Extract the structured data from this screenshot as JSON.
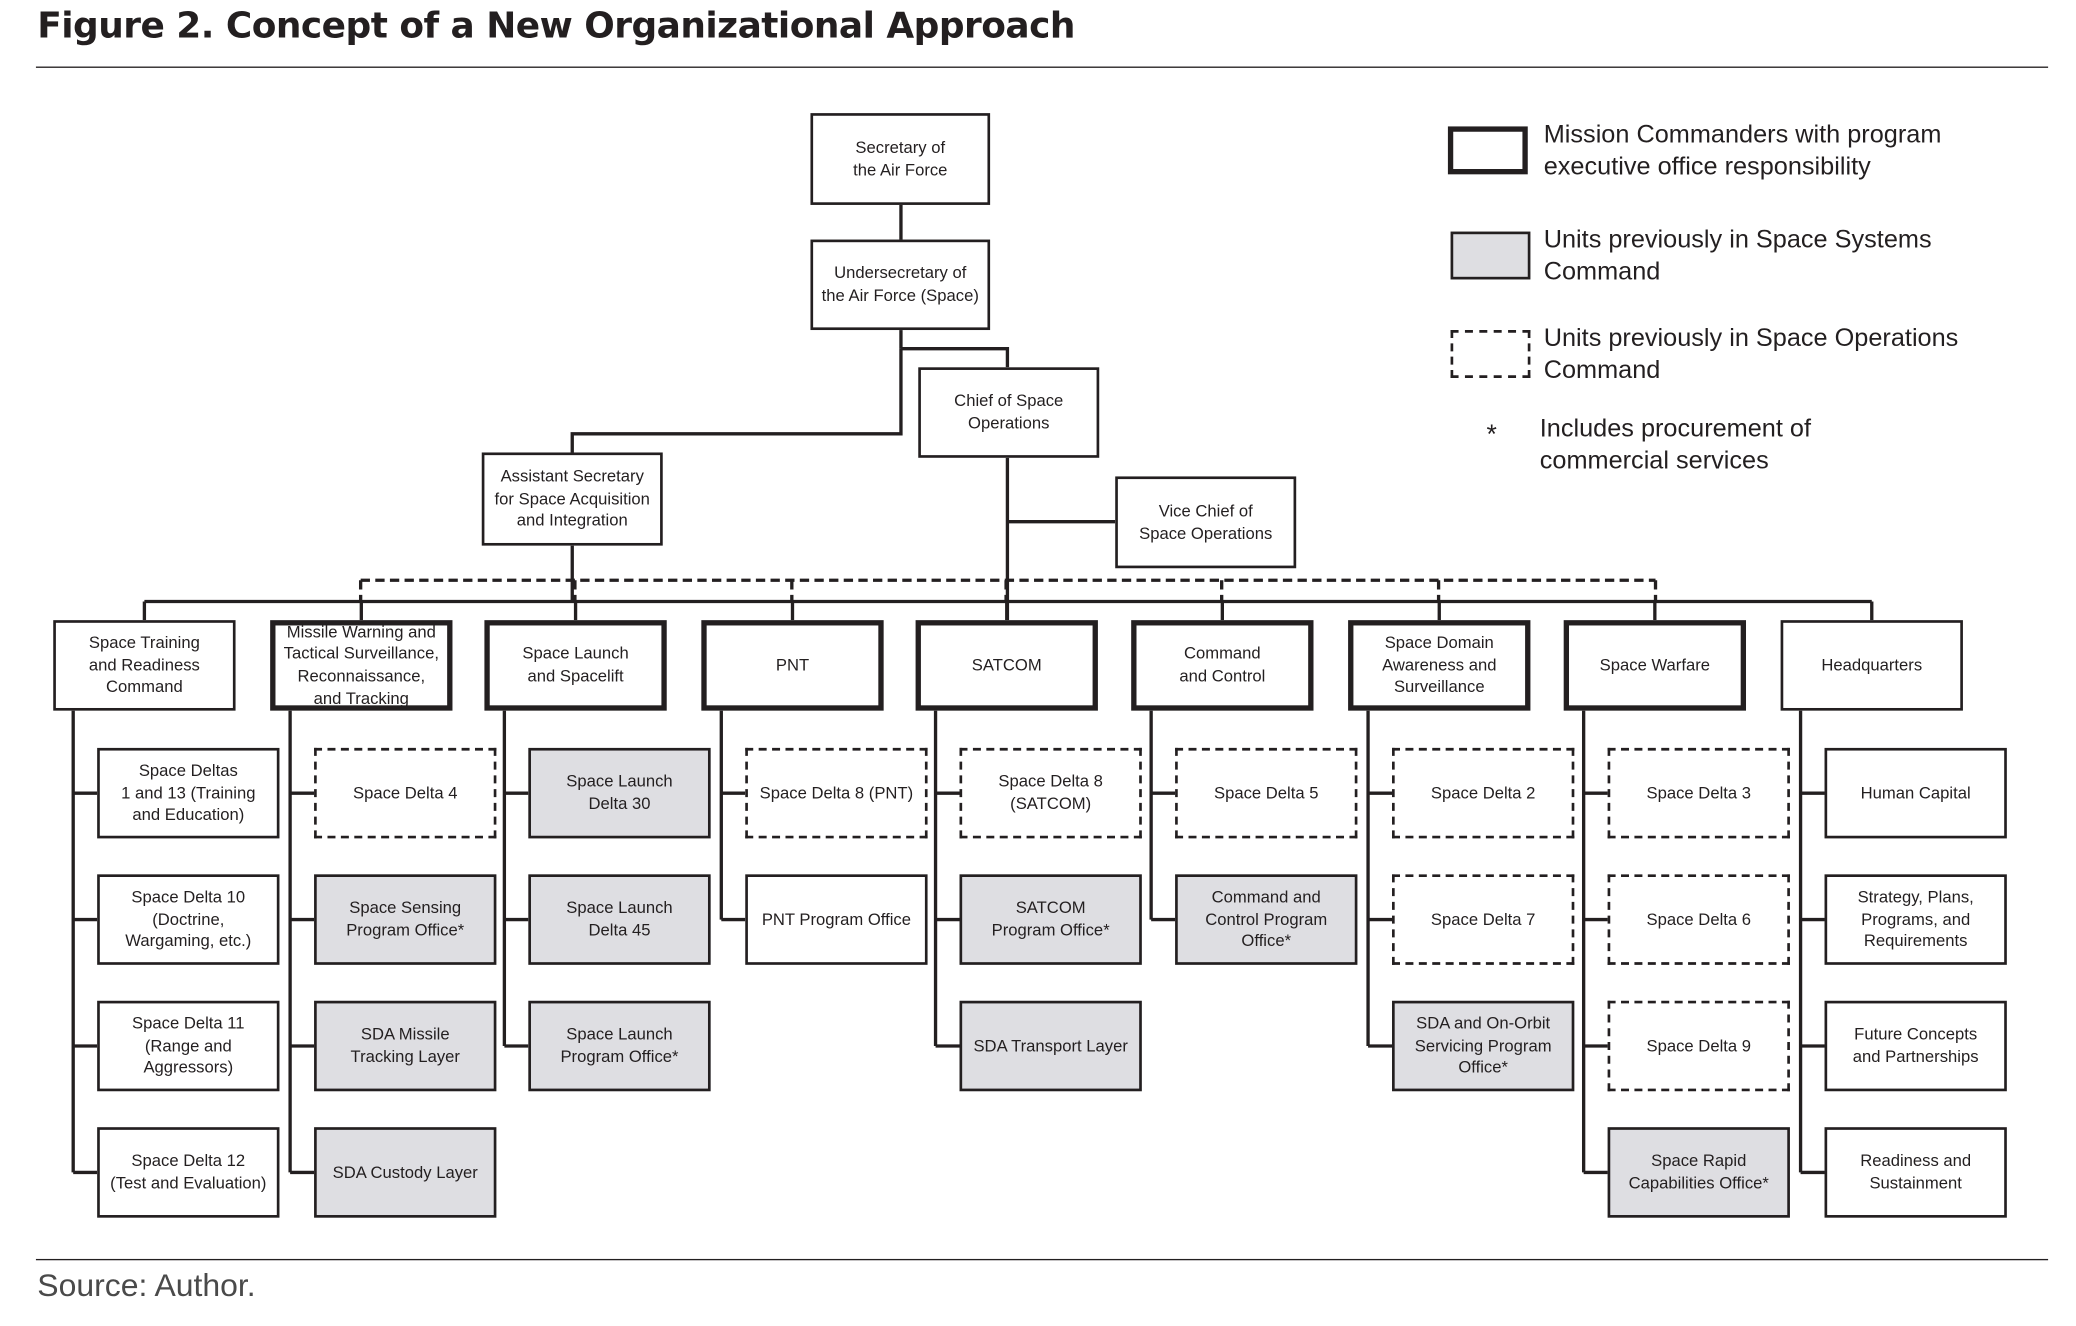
{
  "figure": {
    "title": "Figure 2. Concept of a New Organizational Approach",
    "source": "Source: Author."
  },
  "legend": [
    {
      "style": "mc",
      "label": "Mission Commanders with program\nexecutive office responsibility"
    },
    {
      "style": "ssc",
      "label": "Units previously in Space Systems\nCommand"
    },
    {
      "style": "soc",
      "label": "Units previously in Space Operations\nCommand"
    },
    {
      "style": "star",
      "symbol": "*",
      "label": "Includes procurement of\ncommercial services"
    }
  ],
  "colors": {
    "line": "#231f20",
    "ssc_fill": "#dedee2"
  },
  "top": {
    "secaf": "Secretary of\nthe Air Force",
    "usaf": "Undersecretary of\nthe Air Force (Space)",
    "cso": "Chief of Space\nOperations",
    "asaf": "Assistant Secretary\nfor Space Acquisition\nand Integration",
    "vcso": "Vice Chief of\nSpace Operations"
  },
  "columns": [
    {
      "label": "Space Training\nand Readiness\nCommand",
      "style": "plain",
      "children": [
        {
          "label": "Space Deltas\n1 and 13 (Training\nand Education)",
          "style": "plain"
        },
        {
          "label": "Space Delta 10\n(Doctrine,\nWargaming, etc.)",
          "style": "plain"
        },
        {
          "label": "Space Delta 11\n(Range and\nAggressors)",
          "style": "plain"
        },
        {
          "label": "Space Delta 12\n(Test and Evaluation)",
          "style": "plain"
        }
      ]
    },
    {
      "label": "Missile Warning and\nTactical Surveillance,\nReconnaissance,\nand Tracking",
      "style": "mc",
      "children": [
        {
          "label": "Space Delta 4",
          "style": "soc"
        },
        {
          "label": "Space Sensing\nProgram Office*",
          "style": "ssc"
        },
        {
          "label": "SDA Missile\nTracking Layer",
          "style": "ssc"
        },
        {
          "label": "SDA Custody Layer",
          "style": "ssc"
        }
      ]
    },
    {
      "label": "Space Launch\nand Spacelift",
      "style": "mc",
      "children": [
        {
          "label": "Space Launch\nDelta 30",
          "style": "ssc"
        },
        {
          "label": "Space Launch\nDelta 45",
          "style": "ssc"
        },
        {
          "label": "Space Launch\nProgram Office*",
          "style": "ssc"
        }
      ]
    },
    {
      "label": "PNT",
      "style": "mc",
      "children": [
        {
          "label": "Space Delta 8 (PNT)",
          "style": "soc"
        },
        {
          "label": "PNT Program Office",
          "style": "plain"
        }
      ]
    },
    {
      "label": "SATCOM",
      "style": "mc",
      "children": [
        {
          "label": "Space Delta 8\n(SATCOM)",
          "style": "soc"
        },
        {
          "label": "SATCOM\nProgram Office*",
          "style": "ssc"
        },
        {
          "label": "SDA Transport Layer",
          "style": "ssc"
        }
      ]
    },
    {
      "label": "Command\nand Control",
      "style": "mc",
      "children": [
        {
          "label": "Space Delta 5",
          "style": "soc"
        },
        {
          "label": "Command and\nControl Program\nOffice*",
          "style": "ssc"
        }
      ]
    },
    {
      "label": "Space Domain\nAwareness and\nSurveillance",
      "style": "mc",
      "children": [
        {
          "label": "Space Delta 2",
          "style": "soc"
        },
        {
          "label": "Space Delta 7",
          "style": "soc"
        },
        {
          "label": "SDA and On-Orbit\nServicing Program\nOffice*",
          "style": "ssc"
        }
      ]
    },
    {
      "label": "Space Warfare",
      "style": "mc",
      "children": [
        {
          "label": "Space Delta 3",
          "style": "soc"
        },
        {
          "label": "Space Delta 6",
          "style": "soc"
        },
        {
          "label": "Space Delta 9",
          "style": "soc"
        },
        {
          "label": "Space Rapid\nCapabilities Office*",
          "style": "ssc"
        }
      ]
    },
    {
      "label": "Headquarters",
      "style": "plain",
      "children": [
        {
          "label": "Human Capital",
          "style": "plain"
        },
        {
          "label": "Strategy, Plans,\nPrograms, and\nRequirements",
          "style": "plain"
        },
        {
          "label": "Future Concepts\nand  Partnerships",
          "style": "plain"
        },
        {
          "label": "Readiness and\nSustainment",
          "style": "plain"
        }
      ]
    }
  ]
}
